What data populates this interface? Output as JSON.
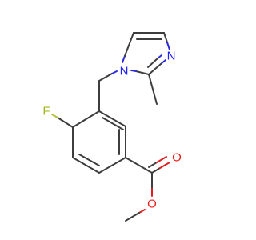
{
  "atoms": {
    "fluorine": "F",
    "nitrogen_1": "N",
    "nitrogen_2": "N",
    "oxygen_carbonyl": "O",
    "oxygen_ester": "O"
  },
  "colors": {
    "bond": "#3d3d3d",
    "nitrogen": "#2121ff",
    "oxygen": "#ee1c1c",
    "fluorine": "#a4b81c"
  }
}
